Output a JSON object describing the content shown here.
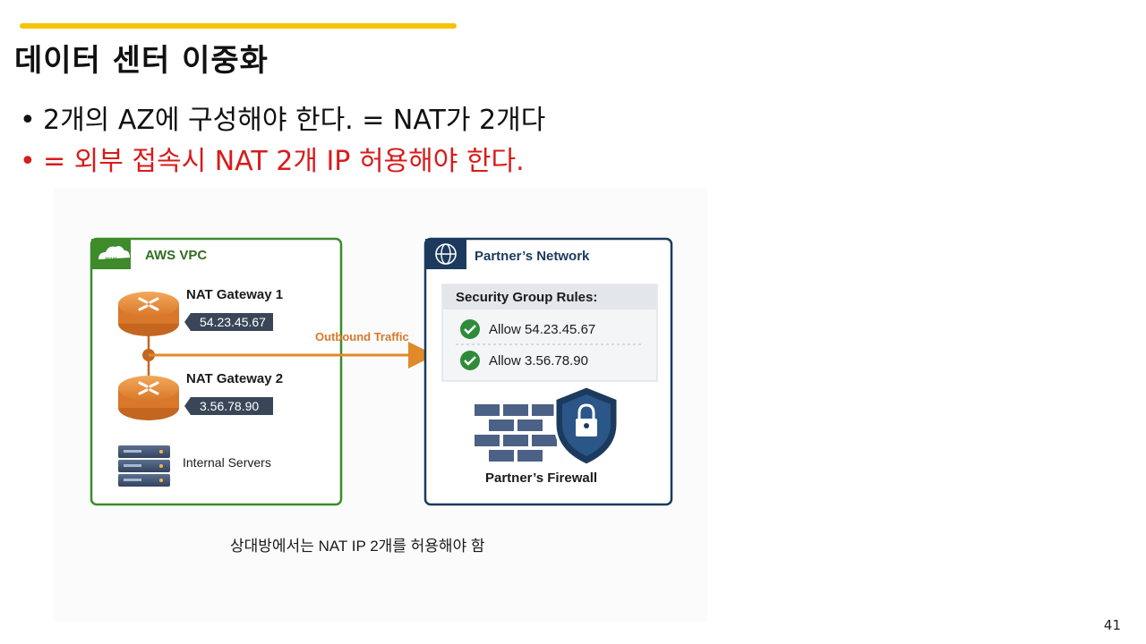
{
  "slide": {
    "title": "데이터 센터 이중화",
    "bullets": [
      {
        "text": "2개의 AZ에 구성해야 한다. = NAT가 2개다",
        "color": "#111111"
      },
      {
        "text": "= 외부 접속시 NAT 2개 IP 허용해야 한다.",
        "color": "#d81b1b"
      }
    ],
    "page_number": "41",
    "accent_color": "#f5c400"
  },
  "diagram": {
    "vpc": {
      "title": "AWS VPC",
      "logo_text": "aws",
      "nat1": {
        "label": "NAT Gateway 1",
        "ip": "54.23.45.67"
      },
      "nat2": {
        "label": "NAT Gateway 2",
        "ip": "3.56.78.90"
      },
      "servers_label": "Internal Servers",
      "border_color": "#3d8b2a"
    },
    "traffic_label": "Outbound Traffic",
    "partner": {
      "title": "Partner’s Network",
      "rules_header": "Security Group Rules:",
      "rules": [
        "Allow 54.23.45.67",
        "Allow 3.56.78.90"
      ],
      "firewall_label": "Partner’s Firewall",
      "border_color": "#1c3a5e"
    },
    "caption": "상대방에서는 NAT IP 2개를 허용해야 함"
  }
}
